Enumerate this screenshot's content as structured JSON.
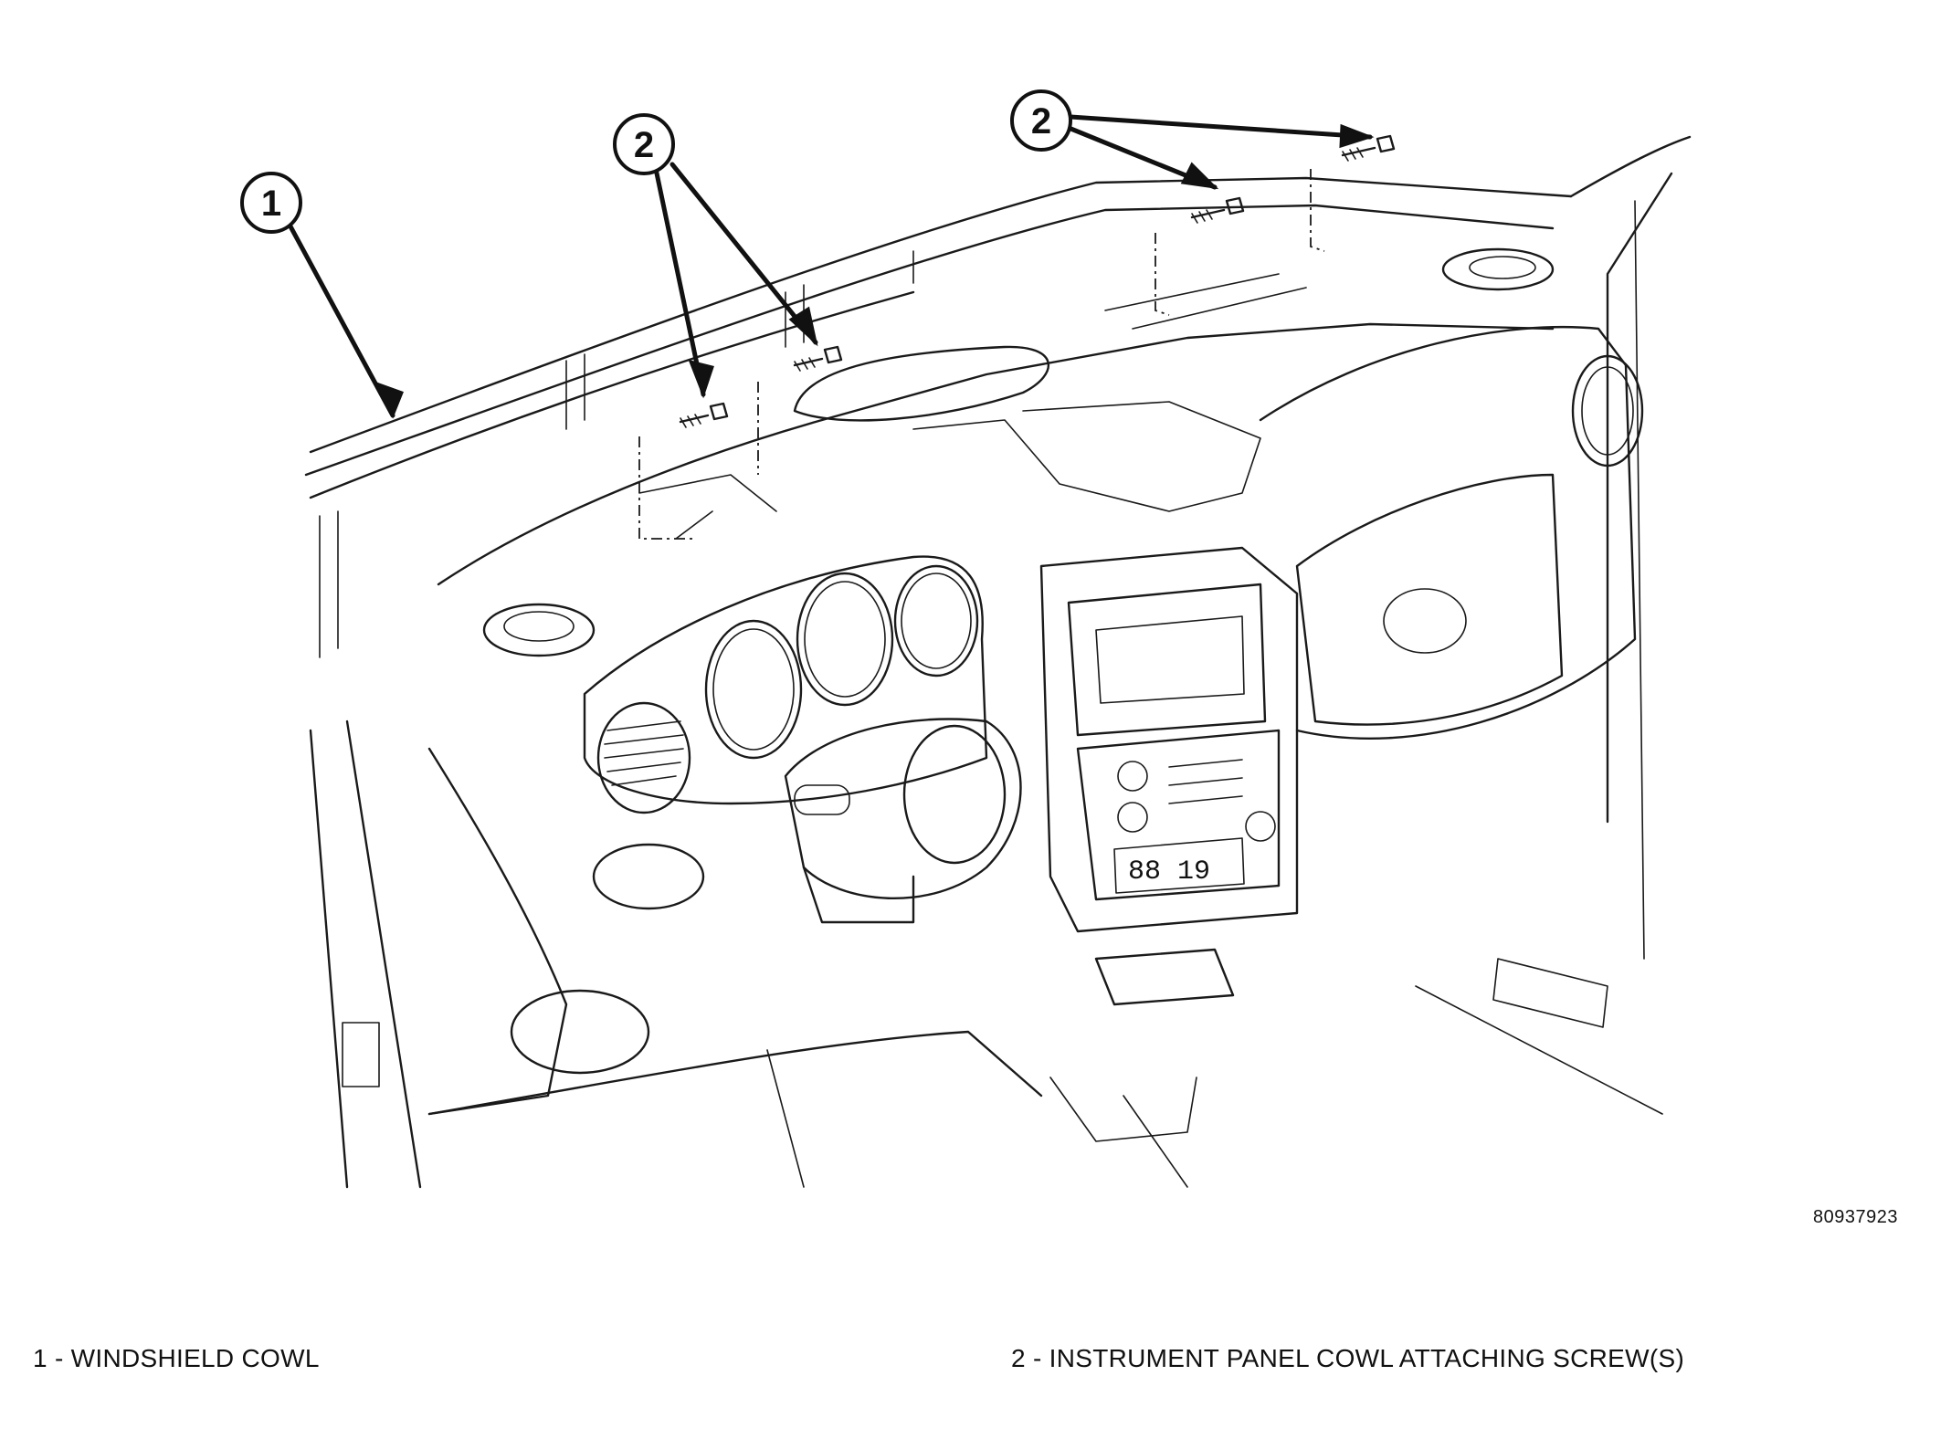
{
  "callouts": {
    "windshield_cowl_number": "1",
    "screws_left_number": "2",
    "screws_right_number": "2"
  },
  "figure_id": "80937923",
  "legend": {
    "item1": "1 - WINDSHIELD COWL",
    "item2": "2 - INSTRUMENT PANEL COWL ATTACHING SCREW(S)"
  },
  "radio_display_text": "88  19"
}
